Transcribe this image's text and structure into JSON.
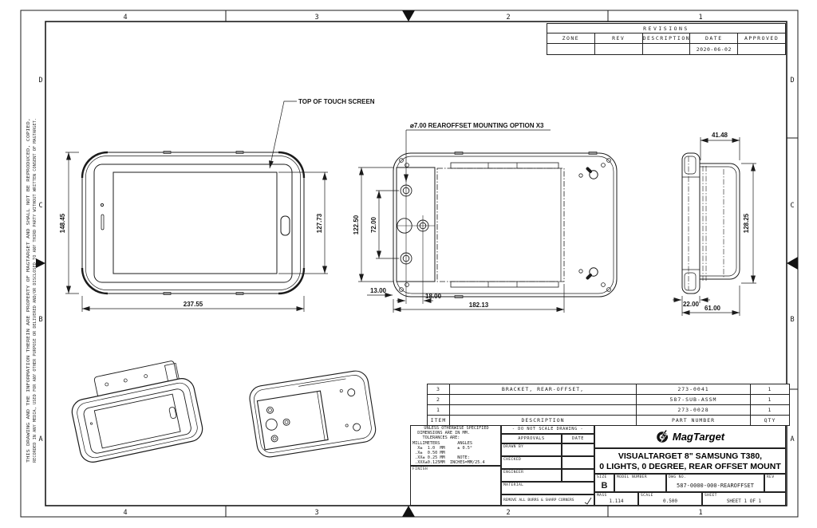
{
  "drawing": {
    "zones": {
      "cols": [
        "4",
        "3",
        "2",
        "1"
      ],
      "rows": [
        "D",
        "C",
        "B",
        "A"
      ]
    },
    "proprietary": {
      "line1": "THIS DRAWING AND THE INFORMATION THEREIN ARE PROPERTY OF MAGTARGET AND SHALL NOT BE REPRODUCED, COPIED,",
      "line2": "RECORDED IN ANY MEDIA, USED FOR ANY OTHER PURPOSE OR DELIVERED AND/OR DISCLOSED TO ANY THIRD PARTY WITHOUT WRITTEN CONSENT OF MAGTARGET."
    },
    "callouts": {
      "touch": "TOP OF TOUCH SCREEN",
      "mounting": "⌀7.00 REAROFFSET MOUNTING OPTION X3"
    },
    "dims": {
      "front_height": "148.45",
      "front_screen": "127.73",
      "front_width": "237.55",
      "rear_height": "122.50",
      "rear_holes": "72.00",
      "rear_off1": "13.00",
      "rear_off2": "18.00",
      "rear_width": "182.13",
      "side_top": "41.48",
      "side_height": "128.25",
      "side_front": "22.00",
      "side_total": "61.00"
    }
  },
  "revisions": {
    "title": "REVISIONS",
    "headers": {
      "zone": "ZONE",
      "rev": "REV",
      "description": "DESCRIPTION",
      "date": "DATE",
      "approved": "APPROVED"
    },
    "rows": [
      {
        "zone": "",
        "rev": "",
        "description": "",
        "date": "2020-06-02",
        "approved": ""
      }
    ]
  },
  "parts": {
    "headers": {
      "item": "ITEM",
      "description": "DESCRIPTION",
      "part_number": "PART NUMBER",
      "qty": "QTY"
    },
    "rows": [
      {
        "item": "3",
        "description": "BRACKET, REAR-OFFSET,",
        "part_number": "273-0041",
        "qty": "1"
      },
      {
        "item": "2",
        "description": "",
        "part_number": "587-SUB-ASSM",
        "qty": "1"
      },
      {
        "item": "1",
        "description": "",
        "part_number": "273-0028",
        "qty": "1"
      }
    ]
  },
  "tb": {
    "tol_lines": [
      "UNLESS OTHERWISE SPECIFIED",
      "  DIMENSIONS ARE IN MM.",
      "    TOLERANCES ARE:",
      "MILLIMETERS       ANGLES",
      "  X±  1.0  MM     ± 0.5°",
      " .X±  0.50 MM",
      " .XX± 0.25 MM     NOTE:",
      " .XXX±0.125MM  INCHES=MM/25.4"
    ],
    "finish_label": "FINISH",
    "do_not_scale": "- DO NOT SCALE DRAWING -",
    "approvals_label": "APPROVALS",
    "date_label": "DATE",
    "drawn_by": "DRAWN BY",
    "checked": "CHECKED",
    "engineer": "ENGINEER",
    "material": "MATERIAL",
    "burrs_note": "REMOVE ALL BURRS & SHARP CORNERS",
    "company": "MagTarget",
    "title_line1": "VISUALTARGET 8\" SAMSUNG T380,",
    "title_line2": "0 LIGHTS, 0 DEGREE, REAR OFFSET MOUNT",
    "size_label": "SIZE",
    "size_value": "B",
    "model_label": "MODEL NUMBER",
    "dwg_label": "DWG NO.",
    "dwg_value": "587-0000-000-REAROFFSET",
    "rev_label": "REV",
    "mass_label": "MASS",
    "mass_value": "1.114",
    "scale_label": "SCALE",
    "scale_value": "0.500",
    "sheet_label": "SHEET",
    "sheet_value": "SHEET 1 OF 1"
  }
}
